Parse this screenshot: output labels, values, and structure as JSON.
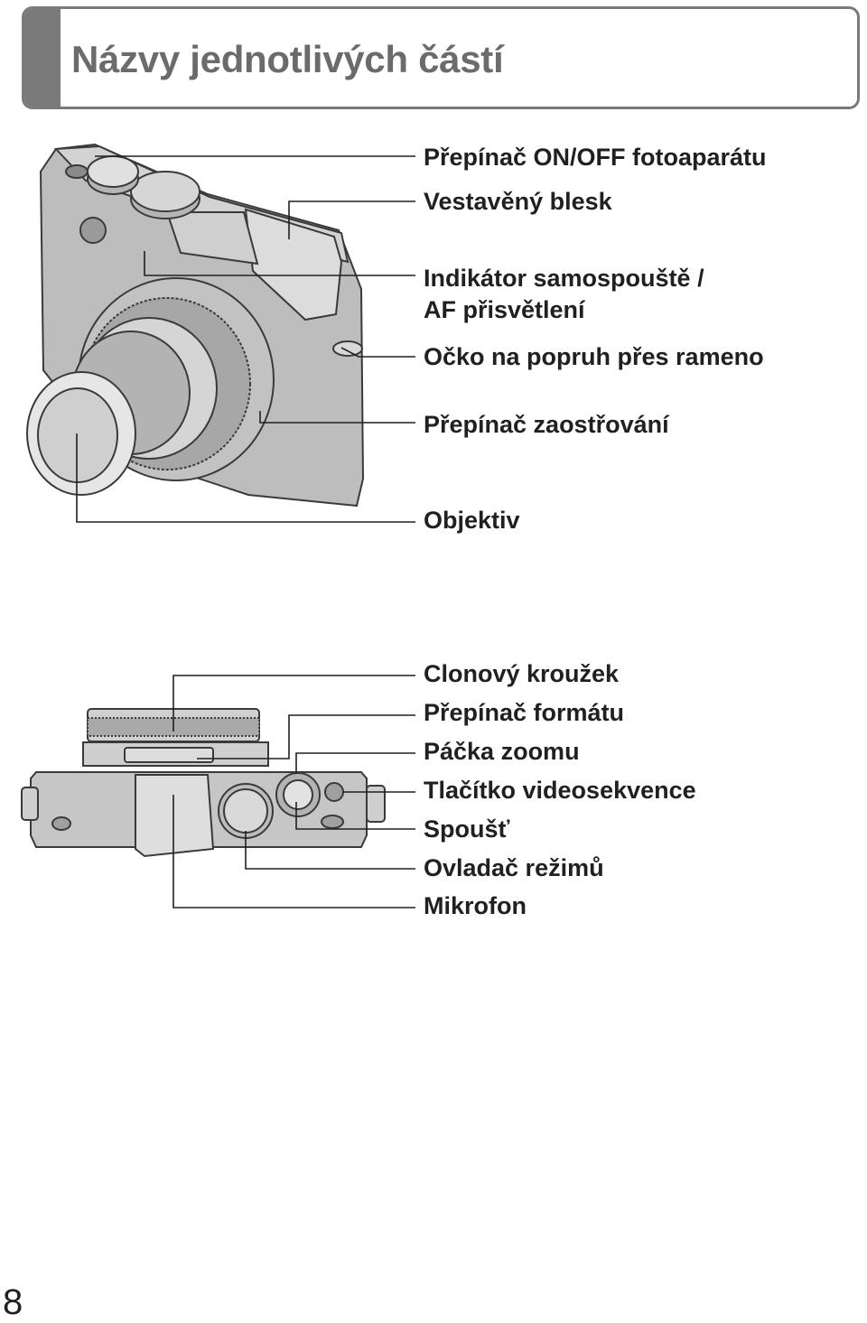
{
  "page": {
    "title": "Názvy jednotlivých částí",
    "page_number": "8"
  },
  "front_view": {
    "labels": [
      "Přepínač ON/OFF fotoaparátu",
      "Vestavěný blesk",
      "Indikátor samospouště /",
      "AF přisvětlení",
      "Očko na popruh přes rameno",
      "Přepínač zaostřování",
      "Objektiv"
    ]
  },
  "top_view": {
    "labels": [
      "Clonový kroužek",
      "Přepínač formátu",
      "Páčka zoomu",
      "Tlačítko videosekvence",
      "Spoušť",
      "Ovladač režimů",
      "Mikrofon"
    ]
  }
}
